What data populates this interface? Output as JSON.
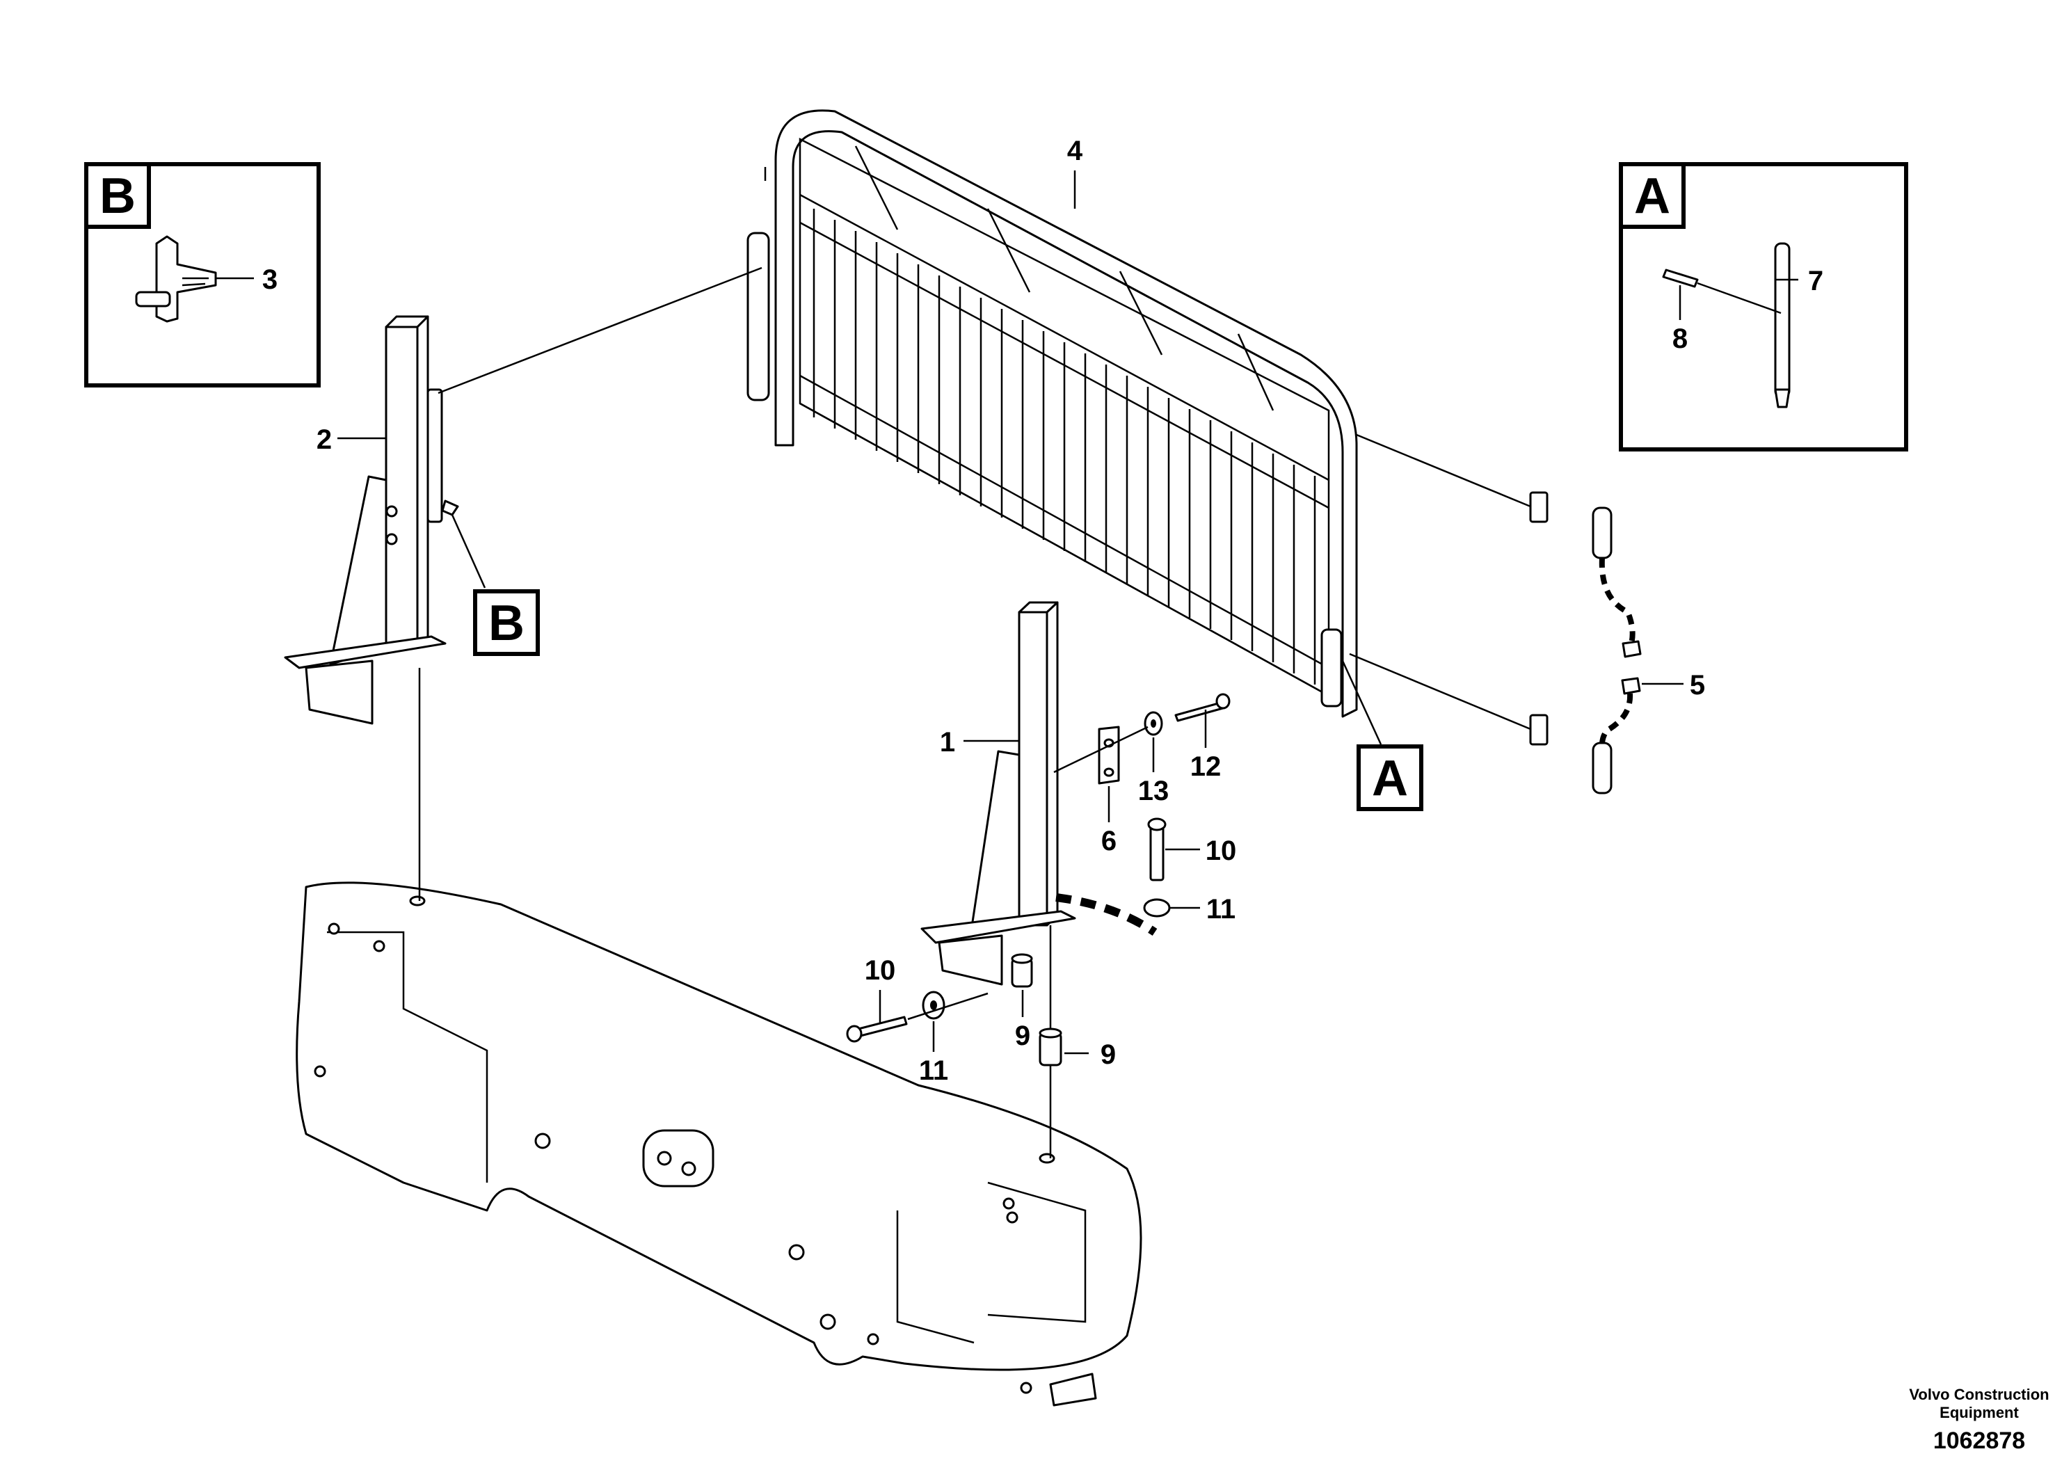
{
  "callouts": [
    "1",
    "2",
    "3",
    "4",
    "5",
    "6",
    "7",
    "8",
    "9",
    "9",
    "10",
    "10",
    "11",
    "11",
    "12",
    "13"
  ],
  "detail_boxes": {
    "a": "A",
    "b": "B"
  },
  "pointer_boxes": {
    "a": "A",
    "b": "B"
  },
  "footer": {
    "company_line1": "Volvo Construction",
    "company_line2": "Equipment",
    "drawing_number": "1062878"
  }
}
